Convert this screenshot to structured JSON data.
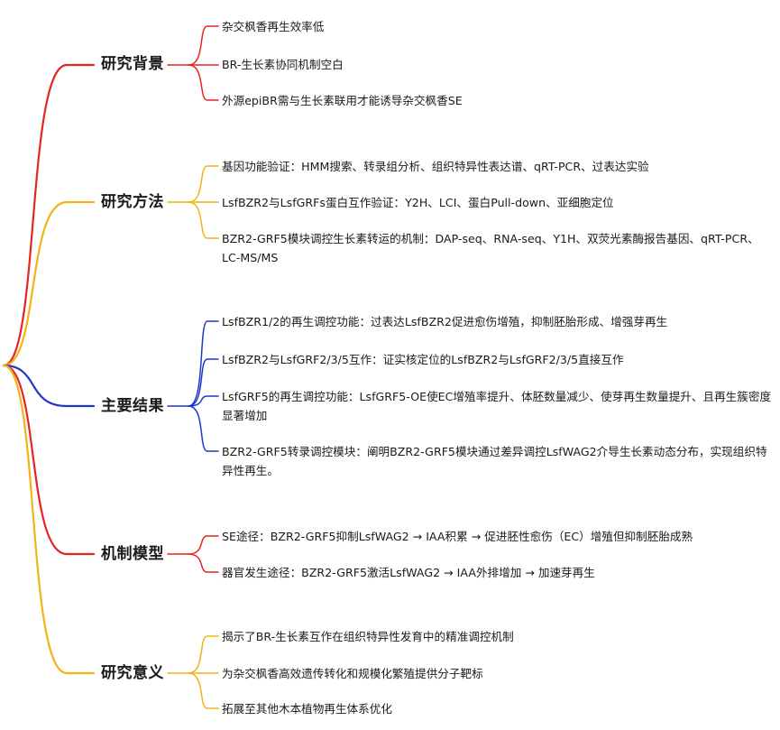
{
  "branches": [
    {
      "label": "研究背景",
      "color": "#e5251f",
      "items": [
        "杂交枫香再生效率低",
        "BR-生长素协同机制空白",
        "外源epiBR需与生长素联用才能诱导杂交枫香SE"
      ]
    },
    {
      "label": "研究方法",
      "color": "#f0b417",
      "items": [
        "基因功能验证：HMM搜索、转录组分析、组织特异性表达谱、qRT-PCR、过表达实验",
        "LsfBZR2与LsfGRFs蛋白互作验证：Y2H、LCI、蛋白Pull-down、亚细胞定位",
        "BZR2-GRF5模块调控生长素转运的机制：DAP-seq、RNA-seq、Y1H、双荧光素酶报告基因、qRT-PCR、LC-MS/MS"
      ]
    },
    {
      "label": "主要结果",
      "color": "#2137c8",
      "items": [
        "LsfBZR1/2的再生调控功能：过表达LsfBZR2促进愈伤增殖，抑制胚胎形成、增强芽再生",
        "LsfBZR2与LsfGRF2/3/5互作：证实核定位的LsfBZR2与LsfGRF2/3/5直接互作",
        "LsfGRF5的再生调控功能：LsfGRF5-OE使EC增殖率提升、体胚数量减少、使芽再生数量提升、且再生簇密度显著增加",
        "BZR2-GRF5转录调控模块：阐明BZR2-GRF5模块通过差异调控LsfWAG2介导生长素动态分布，实现组织特异性再生。"
      ]
    },
    {
      "label": "机制模型",
      "color": "#e5251f",
      "items": [
        "SE途径：BZR2-GRF5抑制LsfWAG2 → IAA积累 → 促进胚性愈伤（EC）增殖但抑制胚胎成熟",
        "器官发生途径：BZR2-GRF5激活LsfWAG2 → IAA外排增加 → 加速芽再生"
      ]
    },
    {
      "label": "研究意义",
      "color": "#f0b417",
      "items": [
        "揭示了BR-生长素互作在组织特异性发育中的精准调控机制",
        "为杂交枫香高效遗传转化和规模化繁殖提供分子靶标",
        "拓展至其他木本植物再生体系优化"
      ]
    }
  ]
}
